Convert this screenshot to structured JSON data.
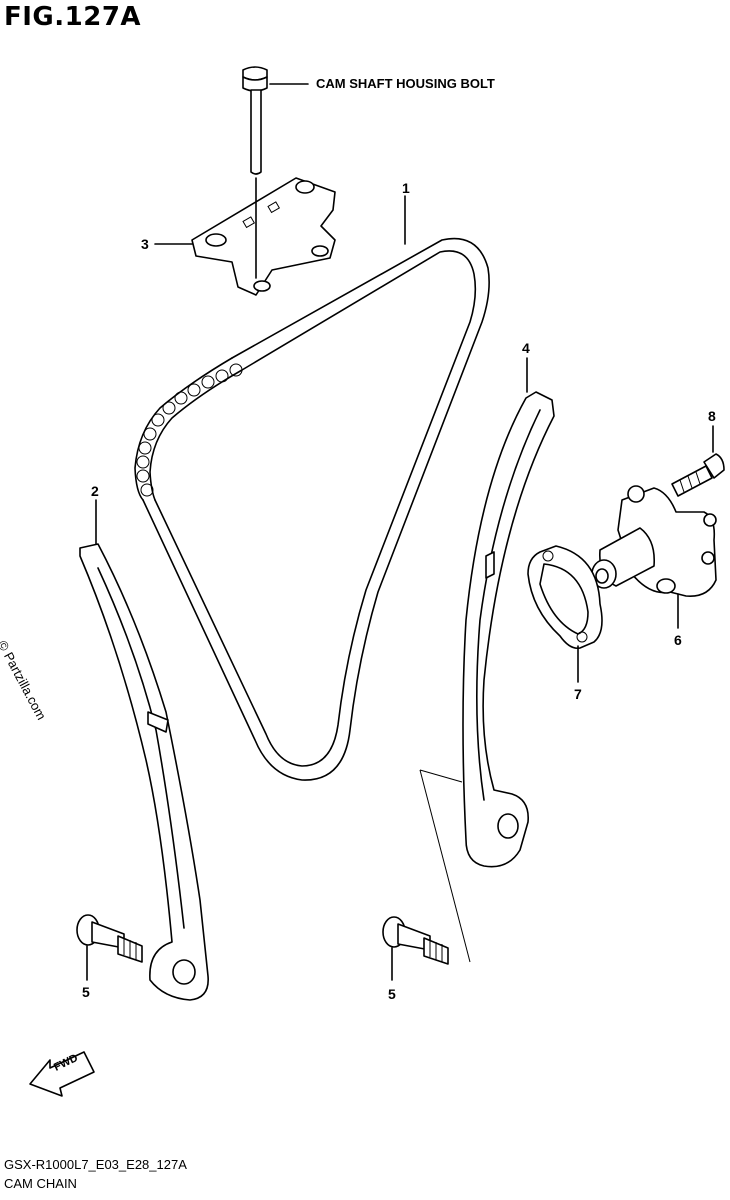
{
  "figure": {
    "title": "FIG.127A"
  },
  "labels": {
    "bolt_note": "CAM SHAFT HOUSING BOLT",
    "fwd": "FWD"
  },
  "callouts": [
    {
      "id": "callout-1",
      "text": "1"
    },
    {
      "id": "callout-2",
      "text": "2"
    },
    {
      "id": "callout-3",
      "text": "3"
    },
    {
      "id": "callout-4",
      "text": "4"
    },
    {
      "id": "callout-5a",
      "text": "5"
    },
    {
      "id": "callout-5b",
      "text": "5"
    },
    {
      "id": "callout-6",
      "text": "6"
    },
    {
      "id": "callout-7",
      "text": "7"
    },
    {
      "id": "callout-8",
      "text": "8"
    }
  ],
  "watermark": "© Partzilla.com",
  "footer": {
    "code": "GSX-R1000L7_E03_E28_127A",
    "name": "CAM CHAIN"
  }
}
